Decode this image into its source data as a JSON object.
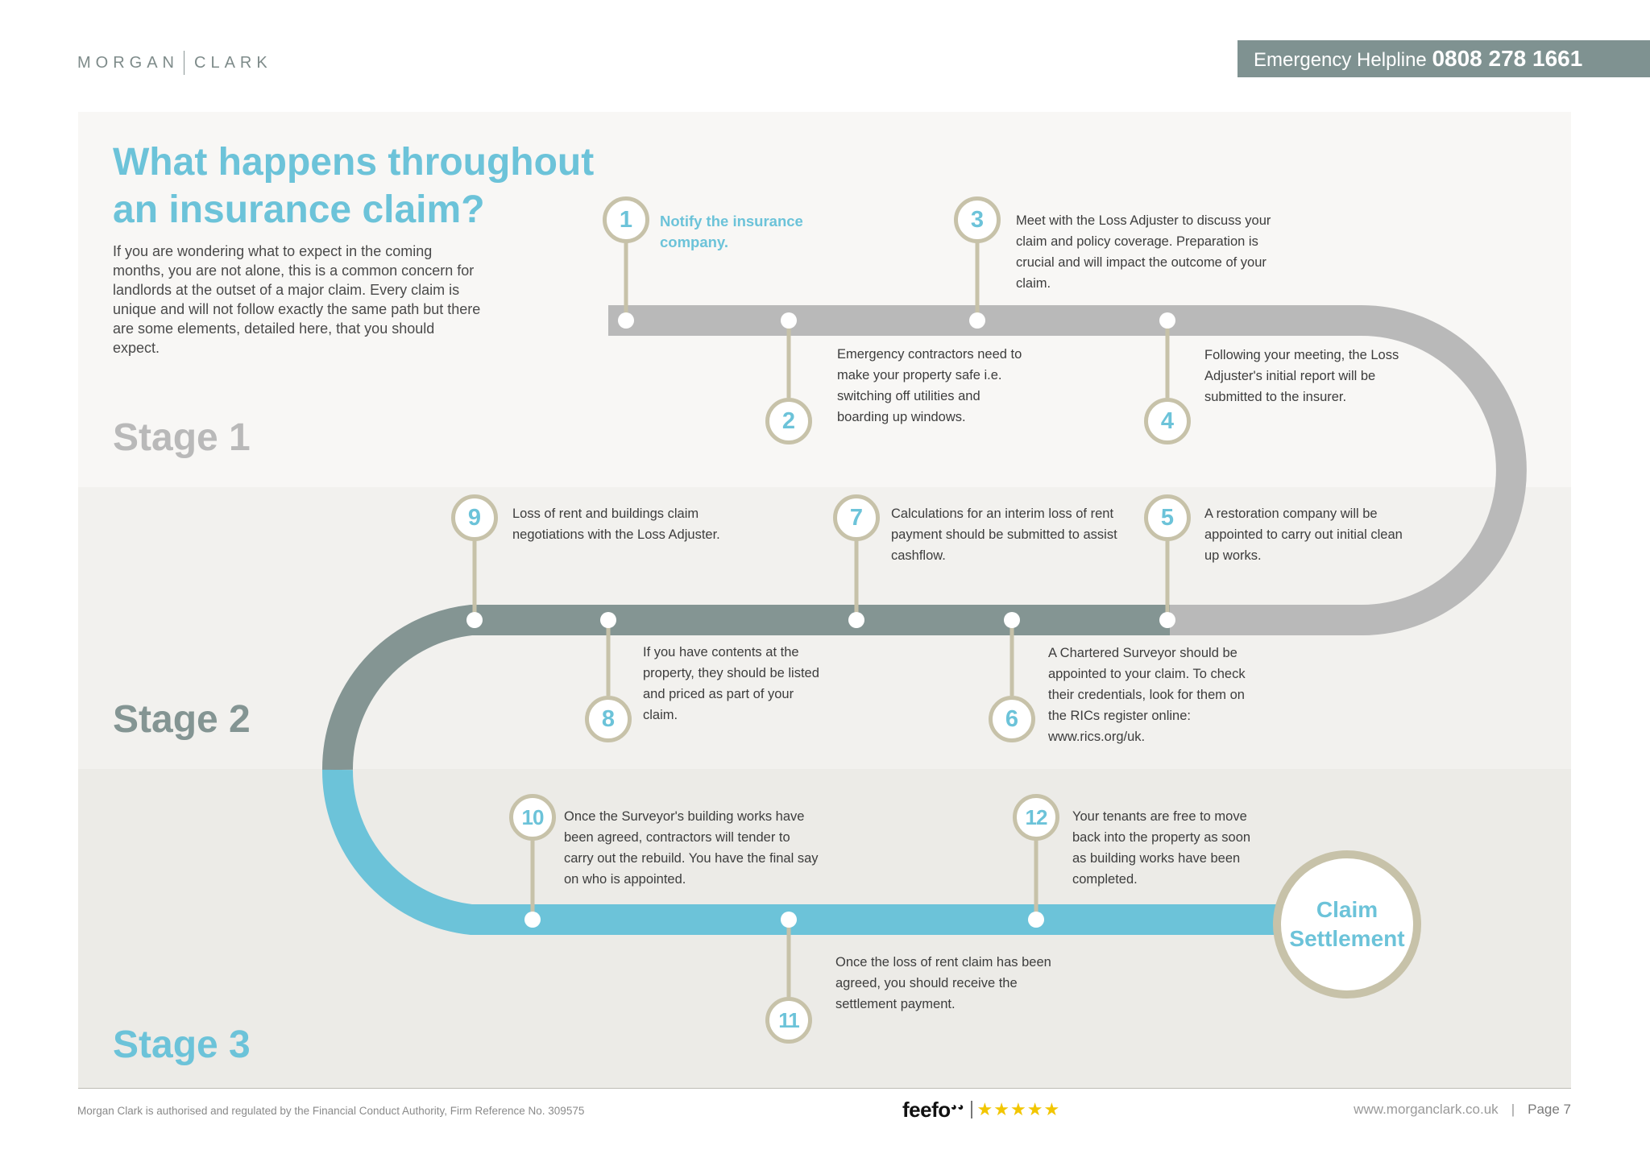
{
  "header": {
    "logo_left": "MORGAN",
    "logo_right": "CLARK",
    "helpline_label": "Emergency Helpline",
    "helpline_number": "0808 278 1661"
  },
  "intro": {
    "title_line1": "What happens throughout",
    "title_line2": "an insurance claim?",
    "body": "If you are wondering what to expect in the coming months, you are not alone, this is a common concern for landlords at the outset of a major claim. Every claim is unique and will not follow exactly the same path but there are some elements, detailed here, that you should expect."
  },
  "stages": [
    "Stage 1",
    "Stage 2",
    "Stage 3"
  ],
  "steps": [
    {
      "num": "1",
      "text": "Notify the insurance company."
    },
    {
      "num": "2",
      "text": "Emergency contractors need to make your property safe i.e. switching off utilities and boarding up windows."
    },
    {
      "num": "3",
      "text": "Meet with the Loss Adjuster to discuss your claim and policy coverage. Preparation is crucial and will impact the outcome of your claim."
    },
    {
      "num": "4",
      "text": "Following your meeting, the Loss Adjuster's initial report will be submitted to the insurer."
    },
    {
      "num": "5",
      "text": "A restoration company will be appointed to carry out initial clean up works."
    },
    {
      "num": "6",
      "text": "A Chartered Surveyor should be appointed to your claim. To check their credentials, look for them on the RICs register online: www.rics.org/uk."
    },
    {
      "num": "7",
      "text": "Calculations for an interim loss of rent payment should be submitted to assist cashflow."
    },
    {
      "num": "8",
      "text": "If you have contents at the property, they should be listed and priced as part of your claim."
    },
    {
      "num": "9",
      "text": "Loss of rent and buildings claim negotiations with the Loss Adjuster."
    },
    {
      "num": "10",
      "text": "Once the Surveyor's building works have been agreed, contractors will tender to carry out the rebuild. You have the final say on who is appointed."
    },
    {
      "num": "11",
      "text": "Once the loss of rent claim has been agreed, you should receive the settlement payment."
    },
    {
      "num": "12",
      "text": "Your tenants are free to move back into the property as soon as building works have been completed."
    }
  ],
  "settlement": "Claim Settlement",
  "footer": {
    "regulation": "Morgan Clark is authorised and regulated by the Financial Conduct Authority, Firm Reference No. 309575",
    "feefo_brand": "feefo",
    "feefo_stars": "★★★★★",
    "website": "www.morganclark.co.uk",
    "separator": "|",
    "page": "Page 7"
  },
  "colors": {
    "blue": "#6cc3d9",
    "stage1_road": "#b9b9b9",
    "stage2_road": "#849593",
    "stage3_road": "#6cc3d9",
    "ring": "#c7c2a9",
    "helpline_bg": "#7f9291"
  }
}
